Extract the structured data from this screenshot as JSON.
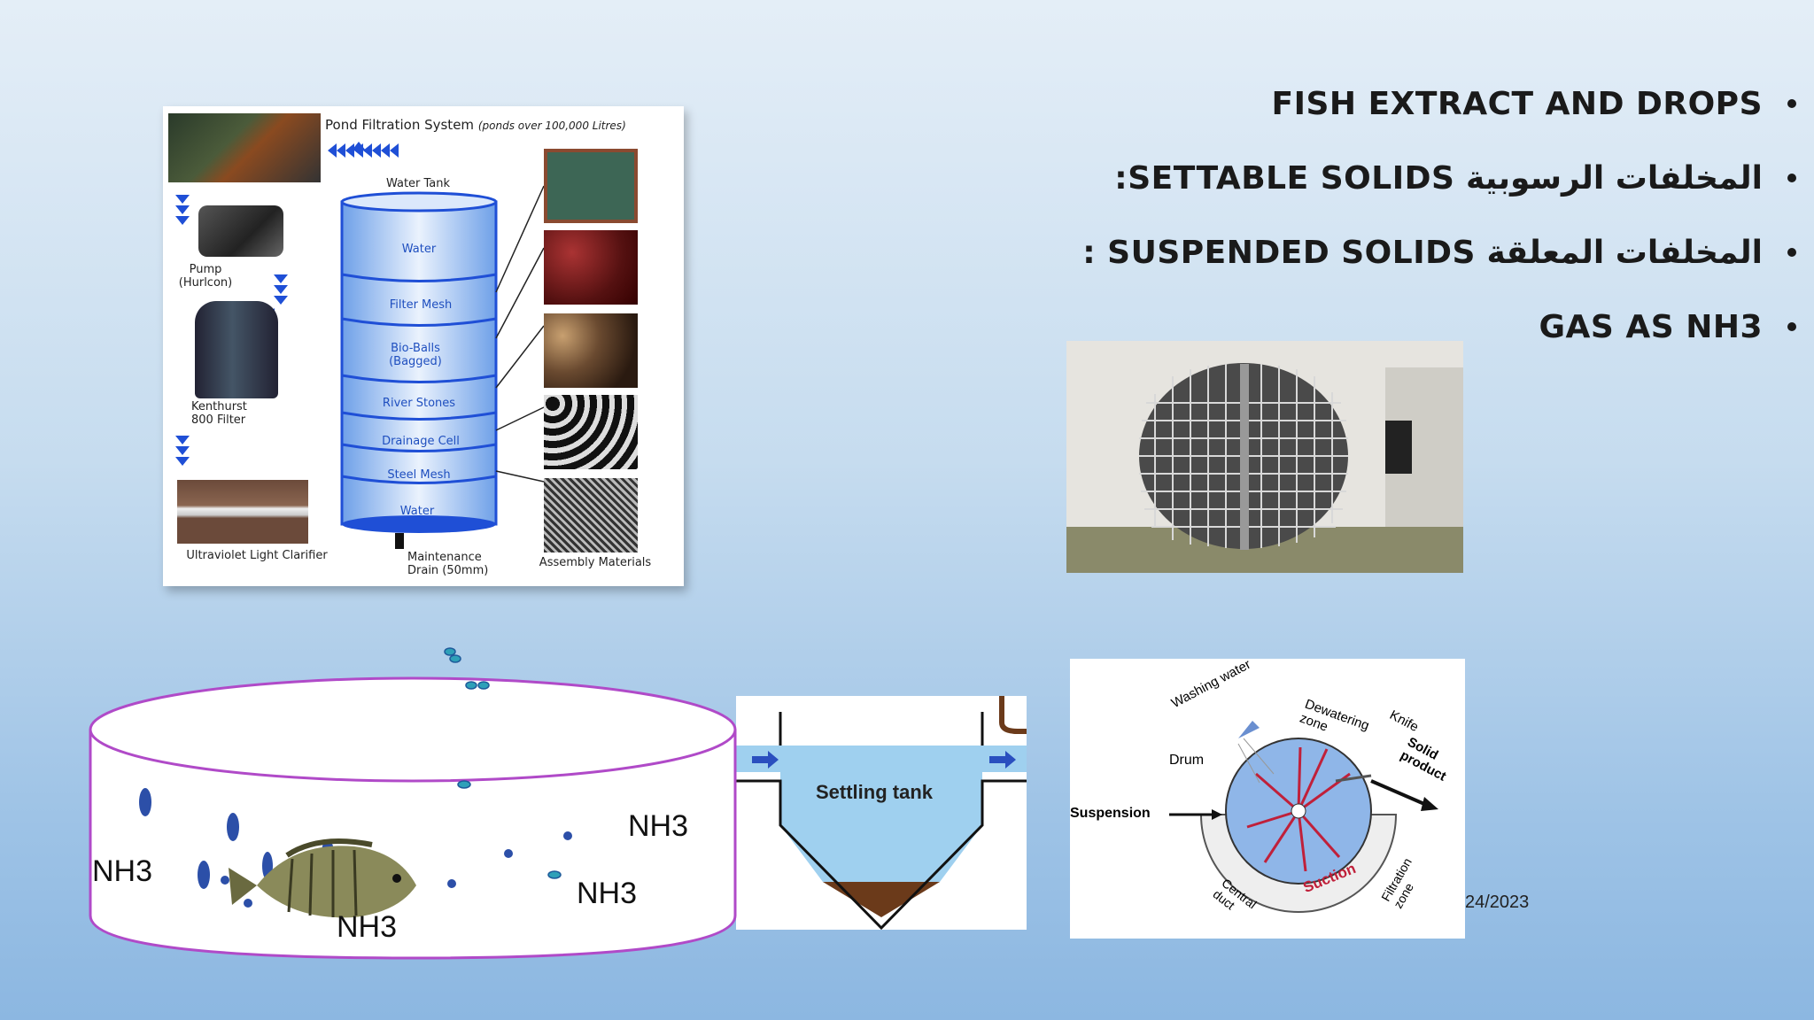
{
  "bullets": [
    {
      "text": "FISH EXTRACT AND DROPS"
    },
    {
      "text": "المخلفات الرسوبية SETTABLE SOLIDS:"
    },
    {
      "text": "المخلفات المعلقة SUSPENDED SOLIDS  :"
    },
    {
      "text": "GAS AS NH3"
    }
  ],
  "pond": {
    "title": "Pond Filtration System",
    "subtitle": "(ponds over 100,000 Litres)",
    "water_tank": "Water Tank",
    "pump": "Pump\n(Hurlcon)",
    "filter": "Kenthurst\n800 Filter",
    "uv": "Ultraviolet Light Clarifier",
    "drain": "Maintenance\nDrain (50mm)",
    "assembly": "Assembly Materials",
    "layers": [
      "Water",
      "Filter Mesh",
      "Bio-Balls\n(Bagged)",
      "River Stones",
      "Drainage Cell",
      "Steel Mesh",
      "Water"
    ]
  },
  "settling": {
    "label": "Settling tank"
  },
  "drum": {
    "washing": "Washing water",
    "dewatering": "Dewatering zone",
    "knife": "Knife",
    "solid": "Solid product",
    "drum": "Drum",
    "suspension": "Suspension",
    "suction": "Suction",
    "filtration": "Filtration zone",
    "central": "Central duct"
  },
  "nh3": [
    "NH3",
    "NH3",
    "NH3",
    "NH3"
  ],
  "date": "24/2023"
}
